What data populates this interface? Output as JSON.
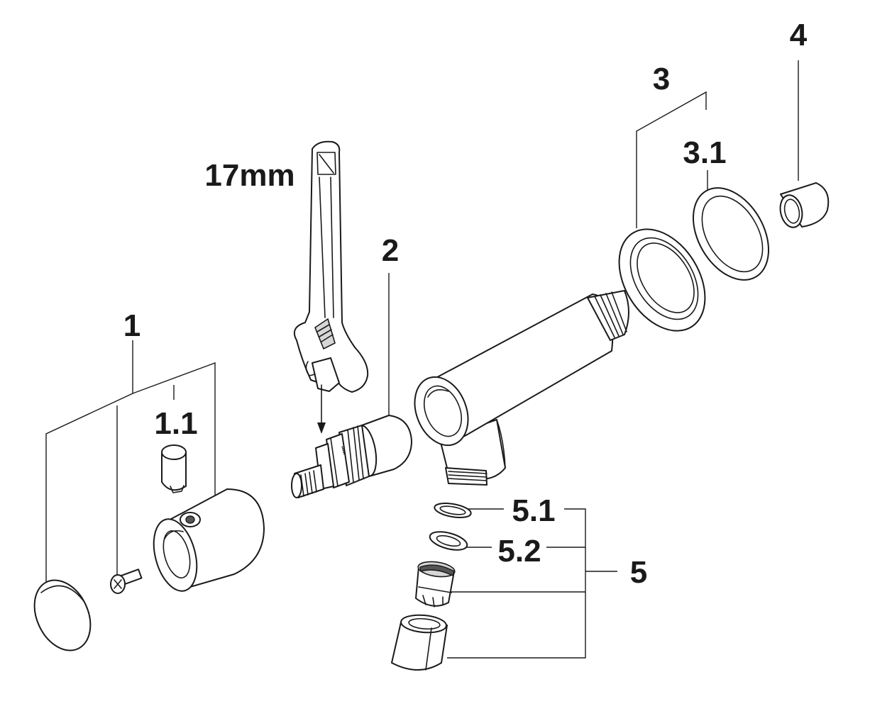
{
  "labels": {
    "l1": "1",
    "l1_1": "1.1",
    "l2": "2",
    "l3": "3",
    "l3_1": "3.1",
    "l4": "4",
    "l5": "5",
    "l5_1": "5.1",
    "l5_2": "5.2",
    "wrench_size": "17mm"
  }
}
